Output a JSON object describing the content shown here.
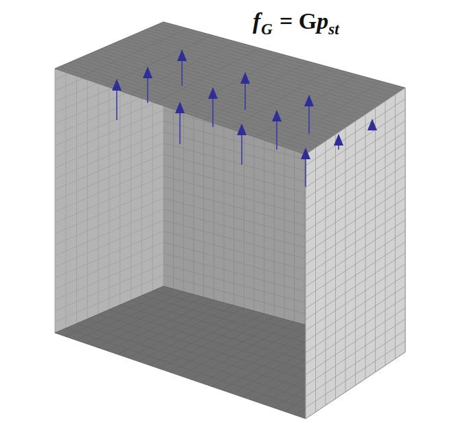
{
  "diagram": {
    "labels": [
      "f",
      "G",
      "= G",
      "p",
      "st"
    ]
  }
}
